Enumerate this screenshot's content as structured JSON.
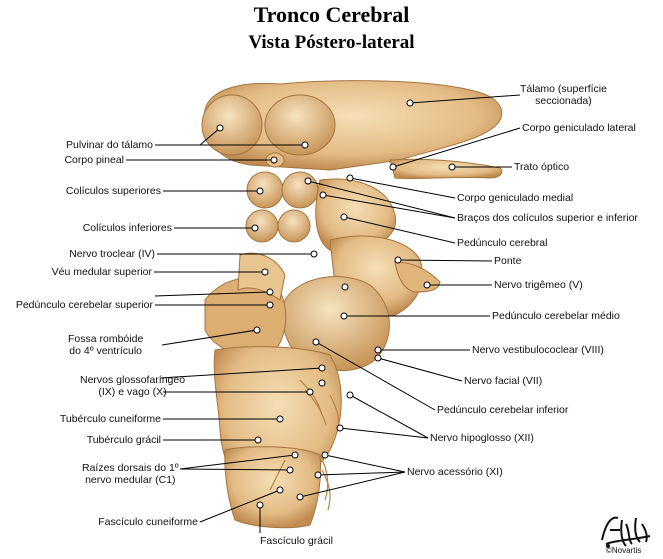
{
  "title": "Tronco Cerebral",
  "subtitle": "Vista Póstero-lateral",
  "labels": {
    "talamo_sup": "Tálamo (superfície\nseccionada)",
    "corpo_geniculado_lateral": "Corpo geniculado lateral",
    "trato_optico": "Trato óptico",
    "corpo_geniculado_medial": "Corpo geniculado medial",
    "bracos_coliculos": "Braços dos colículos superior e inferior",
    "pedunculo_cerebral": "Pedúnculo cerebral",
    "ponte": "Ponte",
    "nervo_trigemeo": "Nervo trigêmeo (V)",
    "pedunculo_cerebelar_medio": "Pedúnculo cerebelar médio",
    "nervo_vestibulococlear": "Nervo vestibulococlear (VIII)",
    "nervo_facial": "Nervo facial (VII)",
    "pedunculo_cerebelar_inferior": "Pedúnculo cerebelar inferior",
    "nervo_hipoglosso": "Nervo hipoglosso (XII)",
    "nervo_acessorio": "Nervo acessório (XI)",
    "pulvinar": "Pulvinar do tálamo",
    "corpo_pineal": "Corpo pineal",
    "coliculos_superiores": "Colículos superiores",
    "coliculos_inferiores": "Colículos inferiores",
    "nervo_troclear": "Nervo troclear (IV)",
    "veu_medular": "Véu medular superior",
    "pedunculo_cerebelar_superior": "Pedúnculo cerebelar superior",
    "fossa_romboide": "Fossa rombóide\ndo 4º ventrículo",
    "nervos_glosso": "Nervos glossofaríngeo\n(IX) e vago (X)",
    "tuberculo_cuneiforme": "Tubérculo cuneiforme",
    "tuberculo_gracil": "Tubérculo grácil",
    "raizes_dorsais": "Raízes dorsais do 1º\nnervo medular (C1)",
    "fasciculo_cuneiforme": "Fascículo cuneiforme",
    "fasciculo_gracil": "Fascículo grácil"
  },
  "copyright": "©Novartis",
  "colors": {
    "tissue": "#e7c28e",
    "tissue_dark": "#c9995e",
    "tissue_light": "#f3dcb4",
    "line": "#000000"
  }
}
